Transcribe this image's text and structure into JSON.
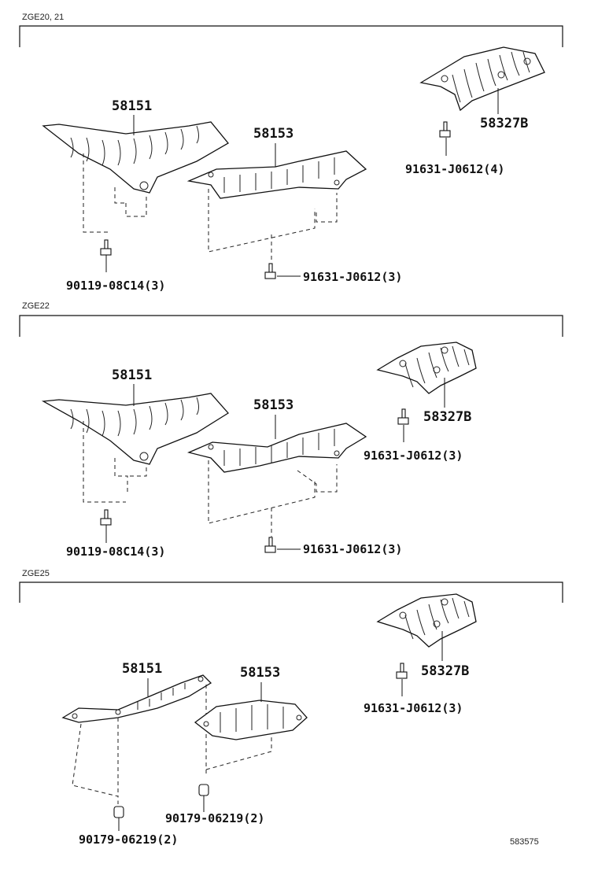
{
  "sections": [
    {
      "label": "ZGE20, 21",
      "parts": {
        "p58151": "58151",
        "p58153": "58153",
        "p58327b": "58327B"
      },
      "fasteners": {
        "left": "90119-08C14(3)",
        "middle": "91631-J0612(3)",
        "right": "91631-J0612(4)"
      }
    },
    {
      "label": "ZGE22",
      "parts": {
        "p58151": "58151",
        "p58153": "58153",
        "p58327b": "58327B"
      },
      "fasteners": {
        "left": "90119-08C14(3)",
        "middle": "91631-J0612(3)",
        "right": "91631-J0612(3)"
      }
    },
    {
      "label": "ZGE25",
      "parts": {
        "p58151": "58151",
        "p58153": "58153",
        "p58327b": "58327B"
      },
      "fasteners": {
        "left": "90179-06219(2)",
        "middle": "90179-06219(2)",
        "right": "91631-J0612(3)"
      }
    }
  ],
  "figure_ref": "583575"
}
